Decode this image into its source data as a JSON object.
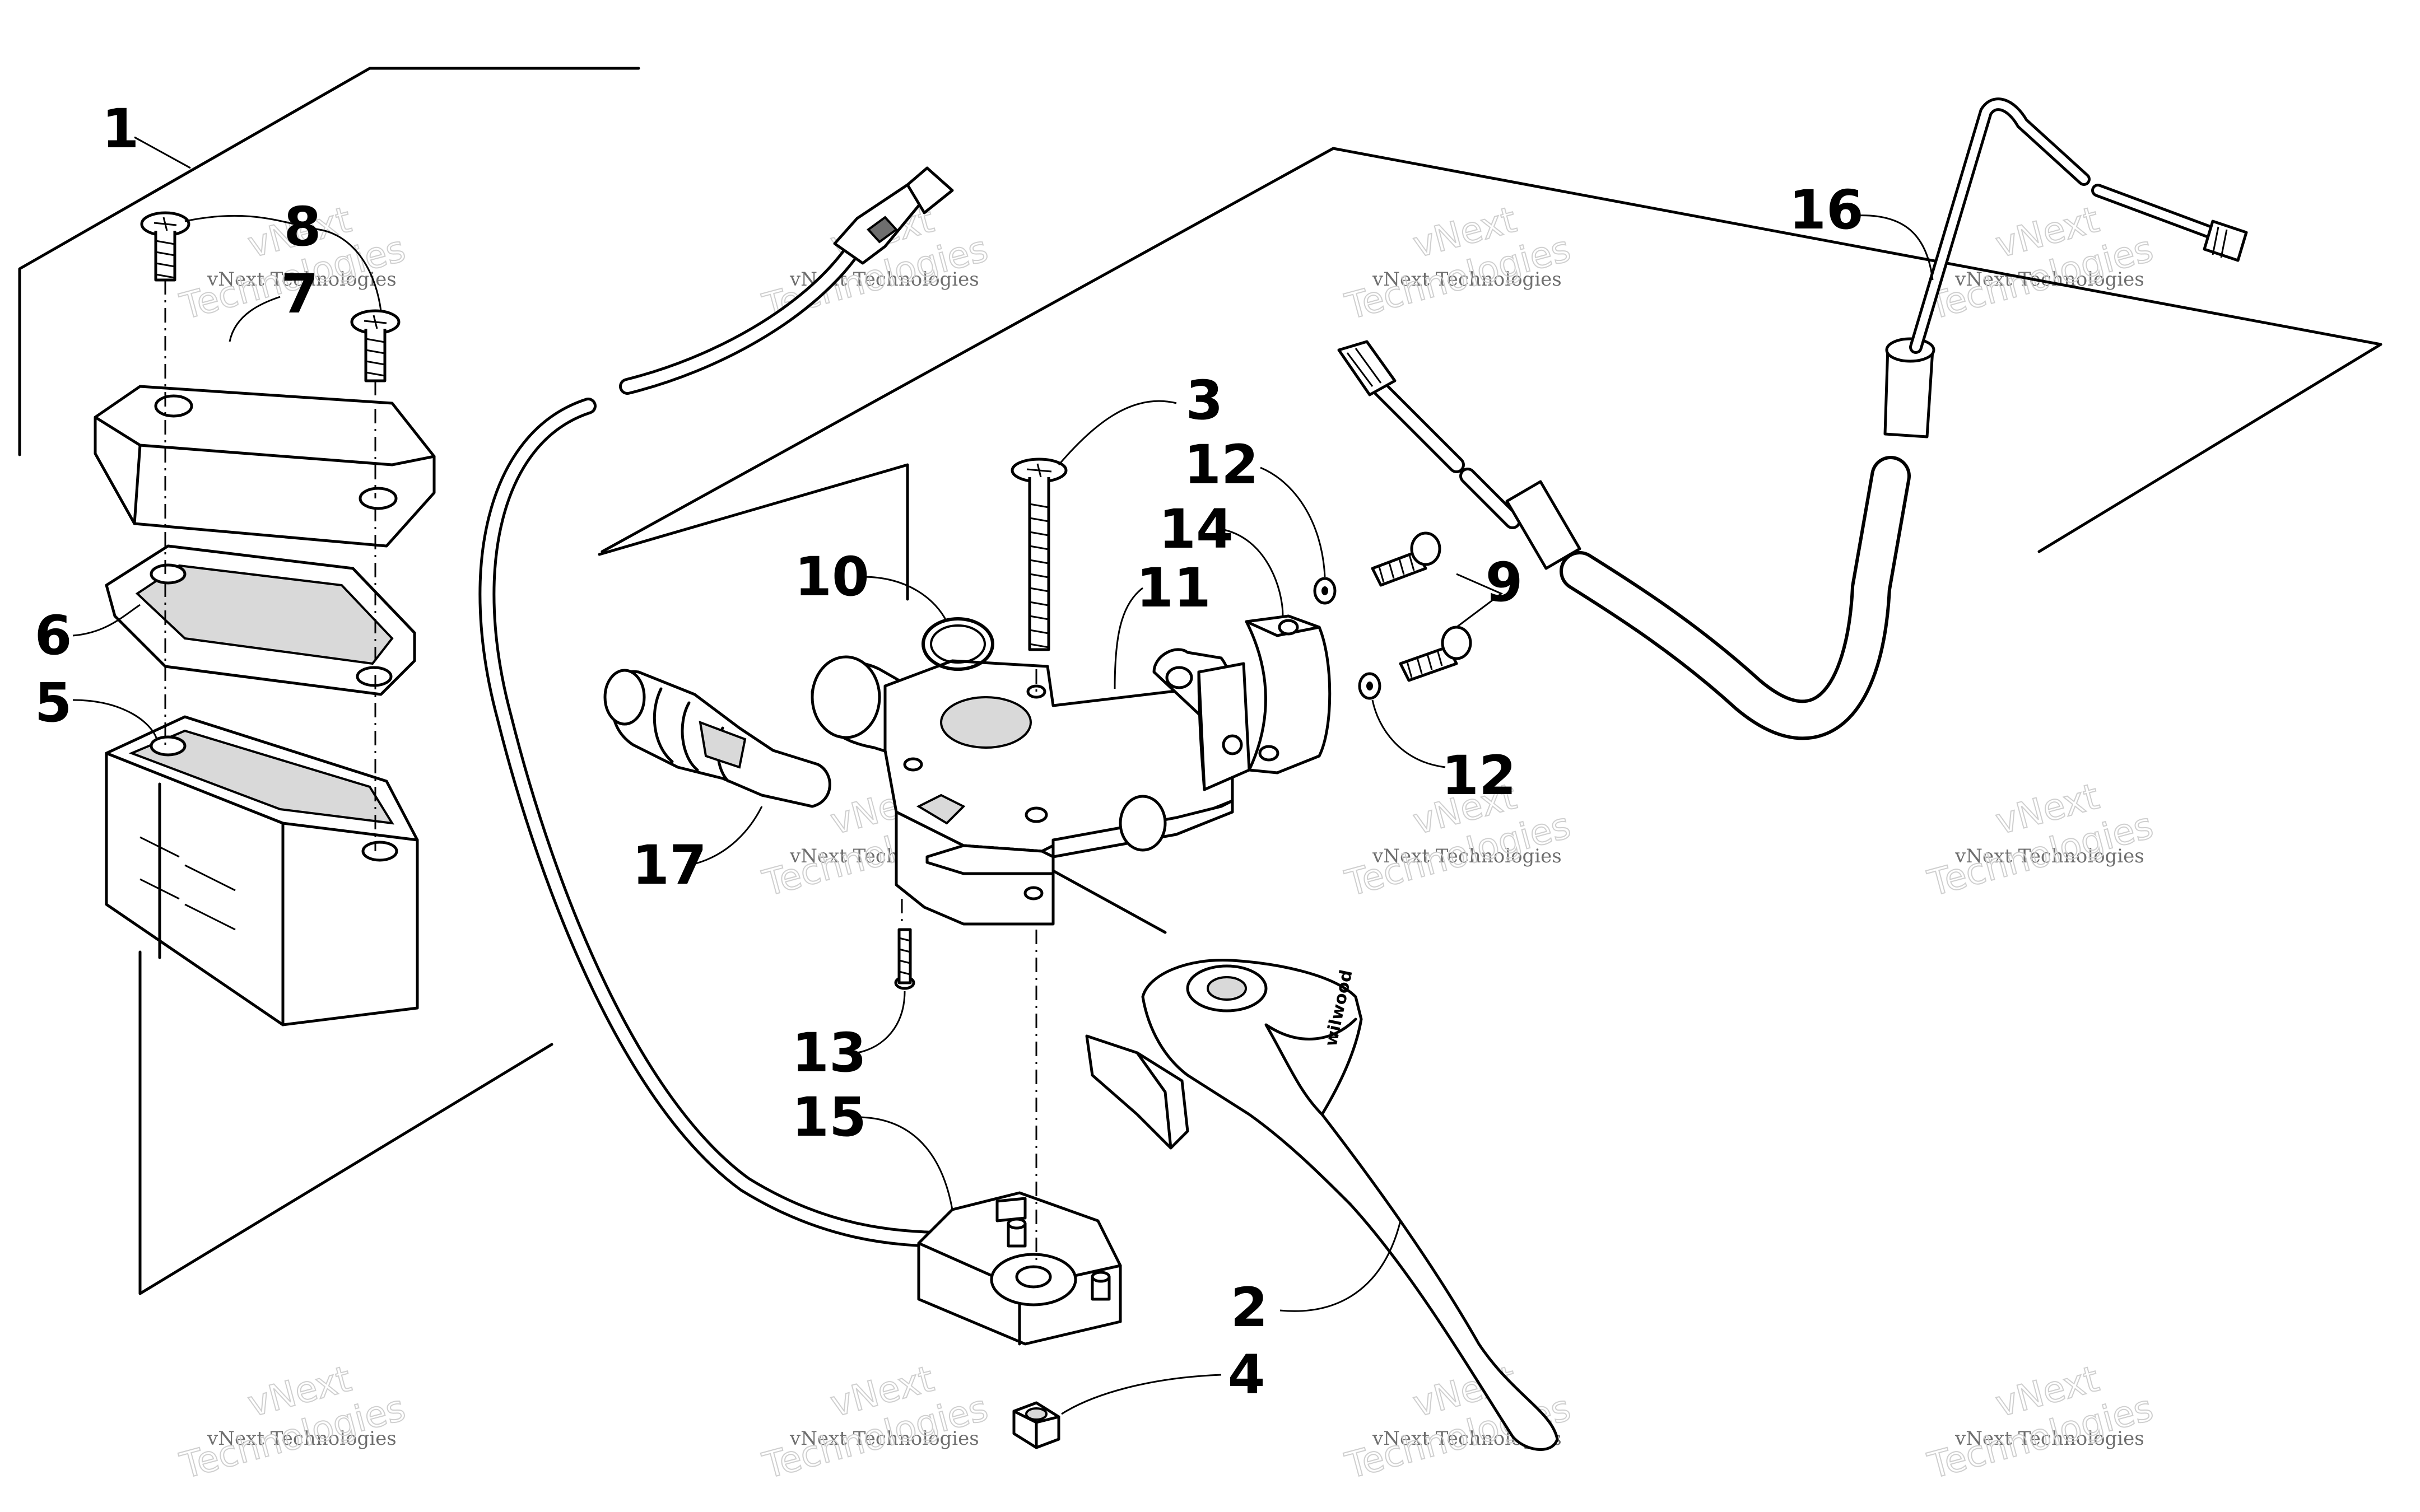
{
  "callouts": [
    {
      "id": "1",
      "label": "1"
    },
    {
      "id": "2",
      "label": "2"
    },
    {
      "id": "3",
      "label": "3"
    },
    {
      "id": "4",
      "label": "4"
    },
    {
      "id": "5",
      "label": "5"
    },
    {
      "id": "6",
      "label": "6"
    },
    {
      "id": "7",
      "label": "7"
    },
    {
      "id": "8",
      "label": "8"
    },
    {
      "id": "9",
      "label": "9"
    },
    {
      "id": "10",
      "label": "10"
    },
    {
      "id": "11",
      "label": "11"
    },
    {
      "id": "12a",
      "label": "12"
    },
    {
      "id": "12b",
      "label": "12"
    },
    {
      "id": "13",
      "label": "13"
    },
    {
      "id": "14",
      "label": "14"
    },
    {
      "id": "15",
      "label": "15"
    },
    {
      "id": "16",
      "label": "16"
    },
    {
      "id": "17",
      "label": "17"
    }
  ],
  "watermark": {
    "line1": "vNext Technologies",
    "line2": "vNext",
    "line3": "Technologies"
  },
  "lever_text": "wilwood"
}
